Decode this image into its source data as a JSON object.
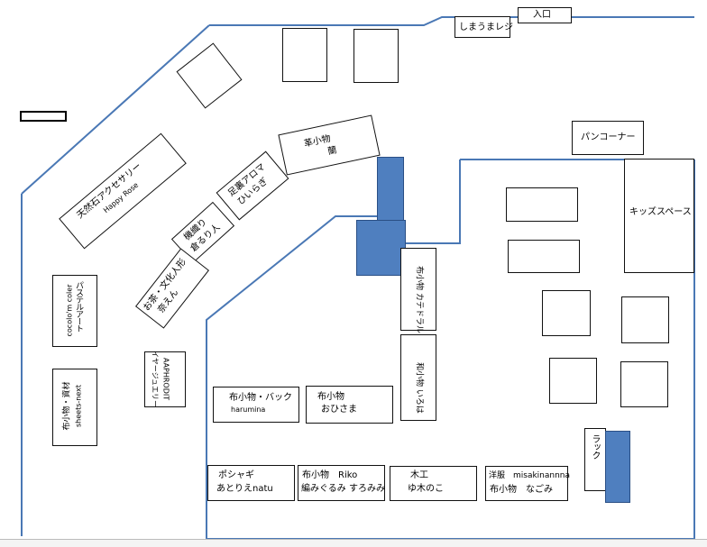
{
  "colors": {
    "wall": "#4a78b5",
    "booth_border": "#111111",
    "display_fill": "#4f7fbf"
  },
  "labels": {
    "entrance": "入口",
    "register": "しまうまレジ",
    "bread_corner": "パンコーナー",
    "kids_space": "キッズスペース",
    "leather_title": "革小物",
    "leather_name": "蘭",
    "stone_title": "天然石アクセサリー",
    "stone_name": "Happy Rose",
    "aroma_title": "足裏アロマ",
    "aroma_name": "ひいらぎ",
    "weave_title": "機織り",
    "weave_name": "倉るり人",
    "tea_title": "お茶・文化人形",
    "tea_name": "奈えん",
    "pastel_title": "パステルアート",
    "pastel_name": "cocolo'm coler",
    "fabric_sheets_title": "布小物・資材",
    "fabric_sheets_name": "sheets-next",
    "earring_title": "イヤージュエリー",
    "earring_name": "AAPHRODIT",
    "fabric_cathedral": "布小物 カテドラル",
    "wa_iroha": "和小物 いろは",
    "fabric_bag_title": "布小物・バック",
    "fabric_bag_name": "harumina",
    "ohisama_title": "布小物",
    "ohisama_name": "おひさま",
    "pochette_title": "ポシャギ",
    "pochette_name": "あとりえnatu",
    "riko_title": "布小物　Riko",
    "riko_name": "編みぐるみ すろみみ",
    "woodwork_title": "木工",
    "woodwork_name": "ゆ木のこ",
    "yofuku_title": "洋服　misakinannna",
    "yofuku_name": "布小物　なごみ",
    "rack": "ラック"
  }
}
